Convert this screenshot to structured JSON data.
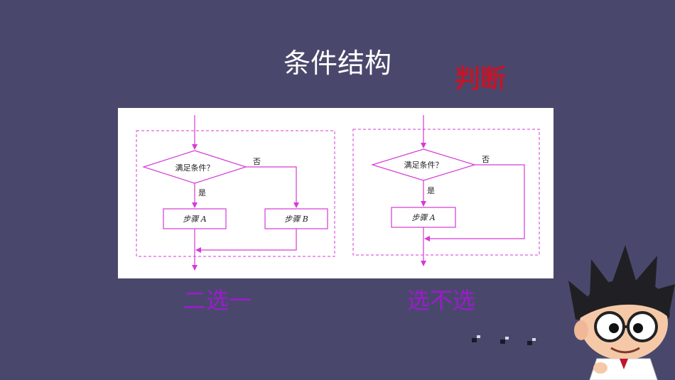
{
  "slide": {
    "title": "条件结构",
    "judge_label": "判断"
  },
  "flowchart_left": {
    "condition": "满足条件？",
    "yes_label": "是",
    "no_label": "否",
    "step_a": "步骤 A",
    "step_b": "步骤 B",
    "caption": "二选一"
  },
  "flowchart_right": {
    "condition": "满足条件？",
    "yes_label": "是",
    "no_label": "否",
    "step_a": "步骤 A",
    "caption": "选不选"
  },
  "colors": {
    "background": "#49486c",
    "flow_line": "#d63ad6",
    "judge": "#c0162a",
    "caption": "#9b1ccc"
  },
  "decoration": {
    "character": "cartoon-boy-with-glasses"
  }
}
